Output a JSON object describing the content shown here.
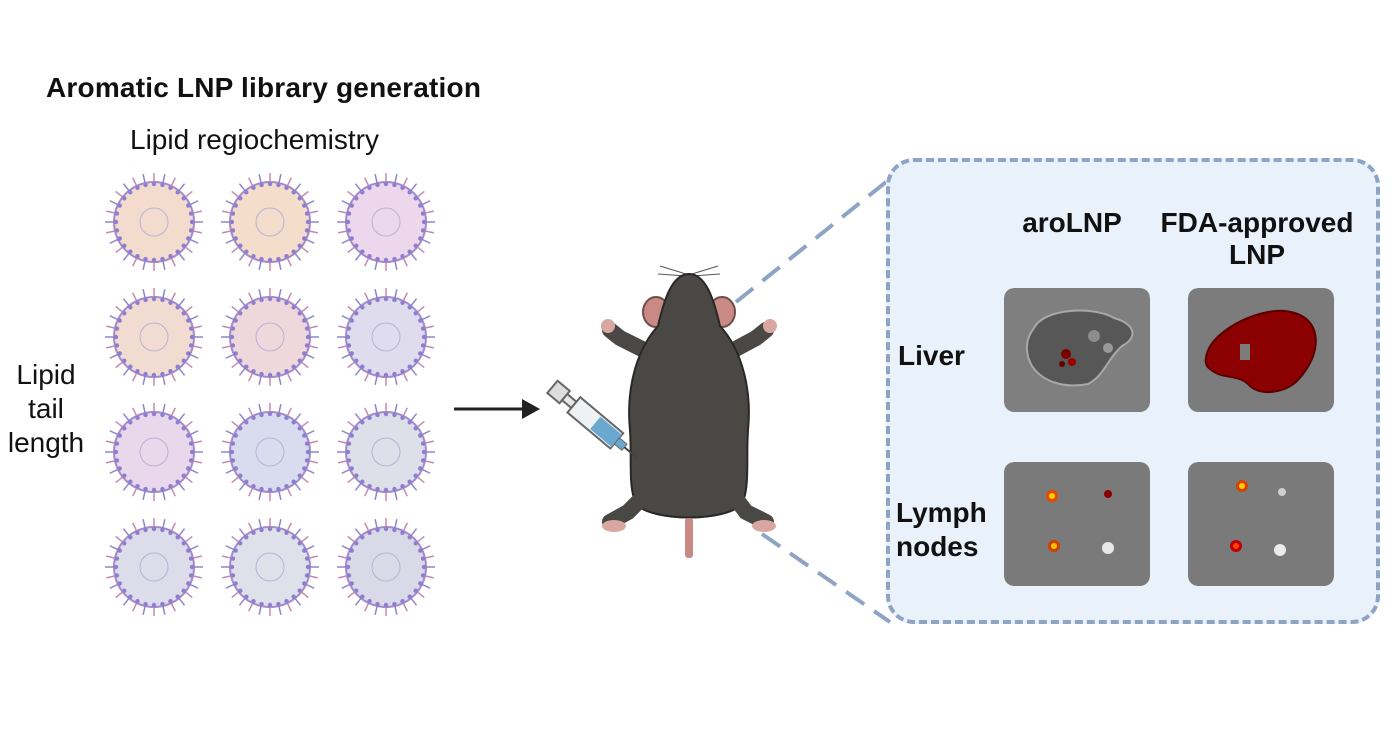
{
  "title": "Aromatic LNP library generation",
  "x_axis_label": "Lipid regiochemistry",
  "y_axis_label": {
    "line1": "Lipid",
    "line2": "tail",
    "line3": "length"
  },
  "grid": {
    "rows": 4,
    "cols": 3,
    "tints": [
      [
        "#f3dccd",
        "#f4ddcb",
        "#ecd7ec"
      ],
      [
        "#f2dcd2",
        "#efd8dc",
        "#dfdcee"
      ],
      [
        "#e9d7ec",
        "#d9dcef",
        "#dddfe9"
      ],
      [
        "#dcdceb",
        "#dfe1ea",
        "#d9d9e8"
      ]
    ]
  },
  "panel": {
    "columns": {
      "aro": "aroLNP",
      "fda_line1": "FDA-approved",
      "fda_line2": "LNP"
    },
    "rows": {
      "liver": "Liver",
      "lymph_line1": "Lymph",
      "lymph_line2": "nodes"
    }
  },
  "colors": {
    "dashed_border": "#8ea4c4",
    "panel_bg": "#e9f1fb",
    "mouse": "#4a4845",
    "signal": "#b00000"
  }
}
